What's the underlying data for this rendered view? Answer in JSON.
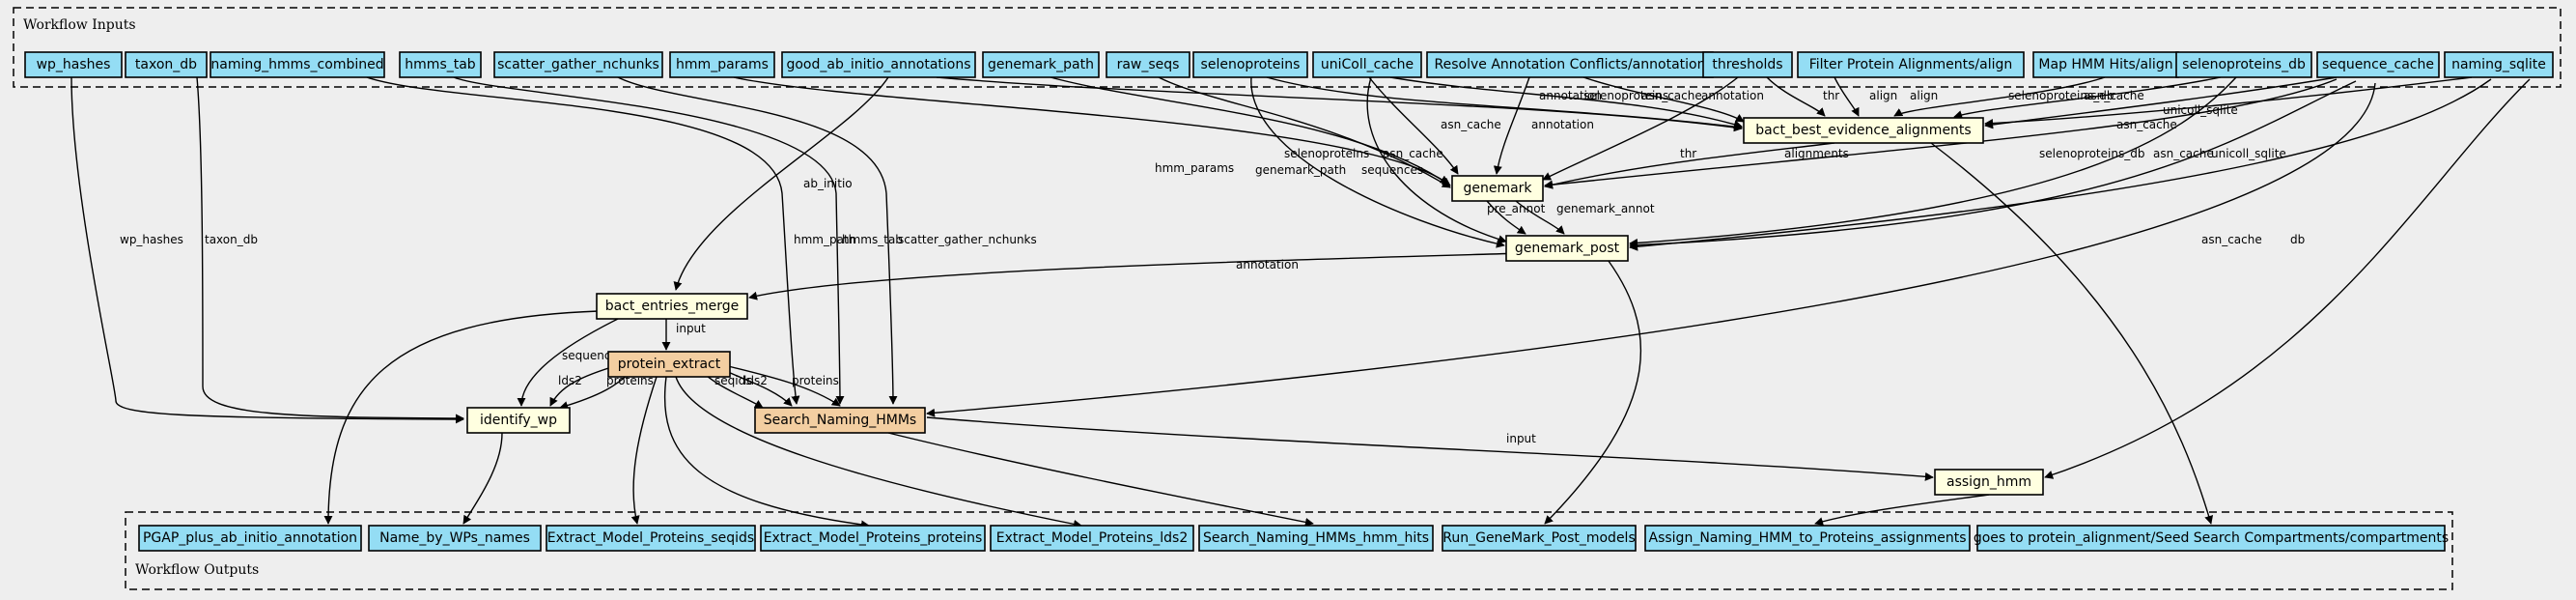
{
  "colors": {
    "input": "#94ddf4",
    "output": "#94ddf4",
    "tool": "#ffffe0",
    "workflow": "#f3cea1",
    "background": "#eeeeee"
  },
  "clusters": {
    "inputs_label": "Workflow Inputs",
    "outputs_label": "Workflow Outputs"
  },
  "nodes": [
    {
      "id": "wp_hashes",
      "label": "wp_hashes",
      "kind": "input"
    },
    {
      "id": "taxon_db",
      "label": "taxon_db",
      "kind": "input"
    },
    {
      "id": "naming_hmms_combined",
      "label": "naming_hmms_combined",
      "kind": "input"
    },
    {
      "id": "hmms_tab",
      "label": "hmms_tab",
      "kind": "input"
    },
    {
      "id": "scatter_gather_nchunks",
      "label": "scatter_gather_nchunks",
      "kind": "input"
    },
    {
      "id": "hmm_params",
      "label": "hmm_params",
      "kind": "input"
    },
    {
      "id": "good_ab_initio_annotations",
      "label": "good_ab_initio_annotations",
      "kind": "input"
    },
    {
      "id": "genemark_path",
      "label": "genemark_path",
      "kind": "input"
    },
    {
      "id": "raw_seqs",
      "label": "raw_seqs",
      "kind": "input"
    },
    {
      "id": "selenoproteins",
      "label": "selenoproteins",
      "kind": "input"
    },
    {
      "id": "uniColl_cache",
      "label": "uniColl_cache",
      "kind": "input"
    },
    {
      "id": "resolve_conflicts",
      "label": "Resolve Annotation Conflicts/annotation",
      "kind": "input"
    },
    {
      "id": "thresholds",
      "label": "thresholds",
      "kind": "input"
    },
    {
      "id": "filter_protein",
      "label": "Filter Protein Alignments/align",
      "kind": "input"
    },
    {
      "id": "map_hmm",
      "label": "Map HMM Hits/align",
      "kind": "input"
    },
    {
      "id": "selenoproteins_db",
      "label": "selenoproteins_db",
      "kind": "input"
    },
    {
      "id": "sequence_cache",
      "label": "sequence_cache",
      "kind": "input"
    },
    {
      "id": "naming_sqlite",
      "label": "naming_sqlite",
      "kind": "input"
    },
    {
      "id": "bact_best",
      "label": "bact_best_evidence_alignments",
      "kind": "tool"
    },
    {
      "id": "genemark",
      "label": "genemark",
      "kind": "tool"
    },
    {
      "id": "genemark_post",
      "label": "genemark_post",
      "kind": "tool"
    },
    {
      "id": "bact_entries_merge",
      "label": "bact_entries_merge",
      "kind": "tool"
    },
    {
      "id": "protein_extract",
      "label": "protein_extract",
      "kind": "workflow"
    },
    {
      "id": "identify_wp",
      "label": "identify_wp",
      "kind": "tool"
    },
    {
      "id": "search_naming",
      "label": "Search_Naming_HMMs",
      "kind": "workflow"
    },
    {
      "id": "assign_hmm",
      "label": "assign_hmm",
      "kind": "tool"
    },
    {
      "id": "out_pgap",
      "label": "PGAP_plus_ab_initio_annotation",
      "kind": "output"
    },
    {
      "id": "out_name_wp",
      "label": "Name_by_WPs_names",
      "kind": "output"
    },
    {
      "id": "out_seqids",
      "label": "Extract_Model_Proteins_seqids",
      "kind": "output"
    },
    {
      "id": "out_proteins",
      "label": "Extract_Model_Proteins_proteins",
      "kind": "output"
    },
    {
      "id": "out_lds2",
      "label": "Extract_Model_Proteins_lds2",
      "kind": "output"
    },
    {
      "id": "out_hmm_hits",
      "label": "Search_Naming_HMMs_hmm_hits",
      "kind": "output"
    },
    {
      "id": "out_genemark_models",
      "label": "Run_GeneMark_Post_models",
      "kind": "output"
    },
    {
      "id": "out_assign",
      "label": "Assign_Naming_HMM_to_Proteins_assignments",
      "kind": "output"
    },
    {
      "id": "out_compartments",
      "label": "goes to protein_alignment/Seed Search Compartments/compartments",
      "kind": "output"
    }
  ],
  "edges": [
    {
      "from": "wp_hashes",
      "to": "identify_wp",
      "label": "wp_hashes"
    },
    {
      "from": "taxon_db",
      "to": "identify_wp",
      "label": "taxon_db"
    },
    {
      "from": "naming_hmms_combined",
      "to": "search_naming",
      "label": "hmm_path"
    },
    {
      "from": "hmms_tab",
      "to": "search_naming",
      "label": "hmms_tab"
    },
    {
      "from": "scatter_gather_nchunks",
      "to": "search_naming",
      "label": "scatter_gather_nchunks"
    },
    {
      "from": "hmm_params",
      "to": "genemark",
      "label": "hmm_params"
    },
    {
      "from": "good_ab_initio_annotations",
      "to": "bact_entries_merge",
      "label": "ab_initio"
    },
    {
      "from": "good_ab_initio_annotations",
      "to": "bact_best",
      "label": "annotation"
    },
    {
      "from": "genemark_path",
      "to": "genemark",
      "label": "genemark_path"
    },
    {
      "from": "raw_seqs",
      "to": "genemark",
      "label": "sequences"
    },
    {
      "from": "selenoproteins",
      "to": "genemark_post",
      "label": "selenoproteins"
    },
    {
      "from": "selenoproteins",
      "to": "bact_best",
      "label": "selenoproteins"
    },
    {
      "from": "uniColl_cache",
      "to": "genemark",
      "label": "asn_cache"
    },
    {
      "from": "uniColl_cache",
      "to": "genemark_post",
      "label": "asn_cache"
    },
    {
      "from": "uniColl_cache",
      "to": "bact_best",
      "label": "asn_cache"
    },
    {
      "from": "resolve_conflicts",
      "to": "genemark",
      "label": "annotation"
    },
    {
      "from": "resolve_conflicts",
      "to": "bact_best",
      "label": "annotation"
    },
    {
      "from": "thresholds",
      "to": "genemark",
      "label": "thr"
    },
    {
      "from": "thresholds",
      "to": "bact_best",
      "label": "thr"
    },
    {
      "from": "filter_protein",
      "to": "bact_best",
      "label": "align"
    },
    {
      "from": "map_hmm",
      "to": "bact_best",
      "label": "align"
    },
    {
      "from": "selenoproteins_db",
      "to": "bact_best",
      "label": "selenoproteins_db"
    },
    {
      "from": "selenoproteins_db",
      "to": "genemark_post",
      "label": "selenoproteins_db"
    },
    {
      "from": "sequence_cache",
      "to": "bact_best",
      "label": "asn_cache"
    },
    {
      "from": "sequence_cache",
      "to": "genemark",
      "label": "asn_cache"
    },
    {
      "from": "sequence_cache",
      "to": "genemark_post",
      "label": "asn_cache"
    },
    {
      "from": "sequence_cache",
      "to": "search_naming",
      "label": "asn_cache"
    },
    {
      "from": "naming_sqlite",
      "to": "bact_best",
      "label": "unicoll_sqlite"
    },
    {
      "from": "naming_sqlite",
      "to": "genemark_post",
      "label": "unicoll_sqlite"
    },
    {
      "from": "naming_sqlite",
      "to": "assign_hmm",
      "label": "db"
    },
    {
      "from": "bact_best",
      "to": "genemark",
      "label": "alignments"
    },
    {
      "from": "bact_best",
      "to": "out_compartments",
      "label": ""
    },
    {
      "from": "genemark",
      "to": "genemark_post",
      "label": "pre_annot"
    },
    {
      "from": "genemark",
      "to": "genemark_post",
      "label": "genemark_annot"
    },
    {
      "from": "genemark_post",
      "to": "bact_entries_merge",
      "label": "annotation"
    },
    {
      "from": "genemark_post",
      "to": "out_genemark_models",
      "label": ""
    },
    {
      "from": "bact_entries_merge",
      "to": "protein_extract",
      "label": "input"
    },
    {
      "from": "bact_entries_merge",
      "to": "identify_wp",
      "label": "sequences"
    },
    {
      "from": "bact_entries_merge",
      "to": "out_pgap",
      "label": ""
    },
    {
      "from": "protein_extract",
      "to": "identify_wp",
      "label": "lds2"
    },
    {
      "from": "protein_extract",
      "to": "identify_wp",
      "label": "proteins"
    },
    {
      "from": "protein_extract",
      "to": "search_naming",
      "label": "seqids"
    },
    {
      "from": "protein_extract",
      "to": "search_naming",
      "label": "lds2"
    },
    {
      "from": "protein_extract",
      "to": "search_naming",
      "label": "proteins"
    },
    {
      "from": "protein_extract",
      "to": "out_seqids",
      "label": ""
    },
    {
      "from": "protein_extract",
      "to": "out_proteins",
      "label": ""
    },
    {
      "from": "protein_extract",
      "to": "out_lds2",
      "label": ""
    },
    {
      "from": "identify_wp",
      "to": "out_name_wp",
      "label": ""
    },
    {
      "from": "search_naming",
      "to": "assign_hmm",
      "label": "input"
    },
    {
      "from": "search_naming",
      "to": "out_hmm_hits",
      "label": ""
    },
    {
      "from": "assign_hmm",
      "to": "out_assign",
      "label": ""
    }
  ]
}
